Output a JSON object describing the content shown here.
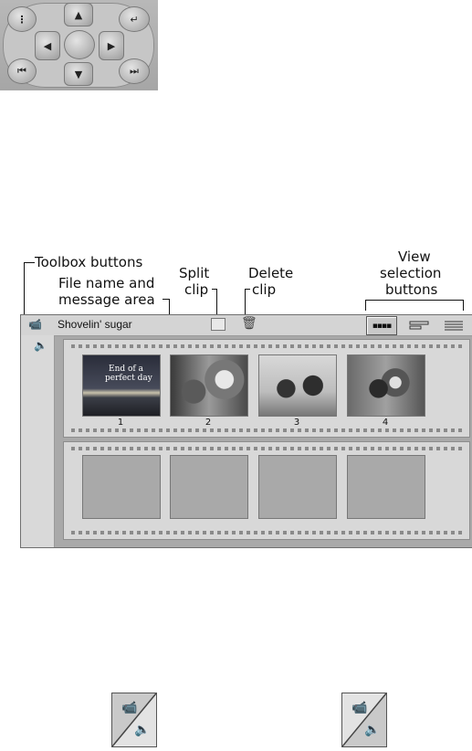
{
  "remote": {
    "icons": [
      "menu-icon",
      "up-arrow-icon",
      "enter-icon",
      "left-arrow-icon",
      "center-icon",
      "right-arrow-icon",
      "skip-back-icon",
      "down-arrow-icon",
      "skip-forward-icon"
    ]
  },
  "labels": {
    "toolbox": "Toolbox buttons",
    "file_name_1": "File name and",
    "file_name_2": "message area",
    "split_1": "Split",
    "split_2": "clip",
    "delete_1": "Delete",
    "delete_2": "clip",
    "view_1": "View",
    "view_2": "selection",
    "view_3": "buttons"
  },
  "window": {
    "file_name": "Shovelin' sugar",
    "thumb1_text_1": "End of a",
    "thumb1_text_2": "perfect day",
    "clips": [
      {
        "number": "1"
      },
      {
        "number": "2"
      },
      {
        "number": "3"
      },
      {
        "number": "4"
      }
    ],
    "view_buttons": [
      "storyboard-view-icon",
      "timeline-view-icon",
      "text-view-icon"
    ]
  },
  "colors": {
    "window_bg": "#a9a9a9",
    "strip_bg": "#d8d8d8",
    "toolbar_bg": "#d4d4d4"
  }
}
